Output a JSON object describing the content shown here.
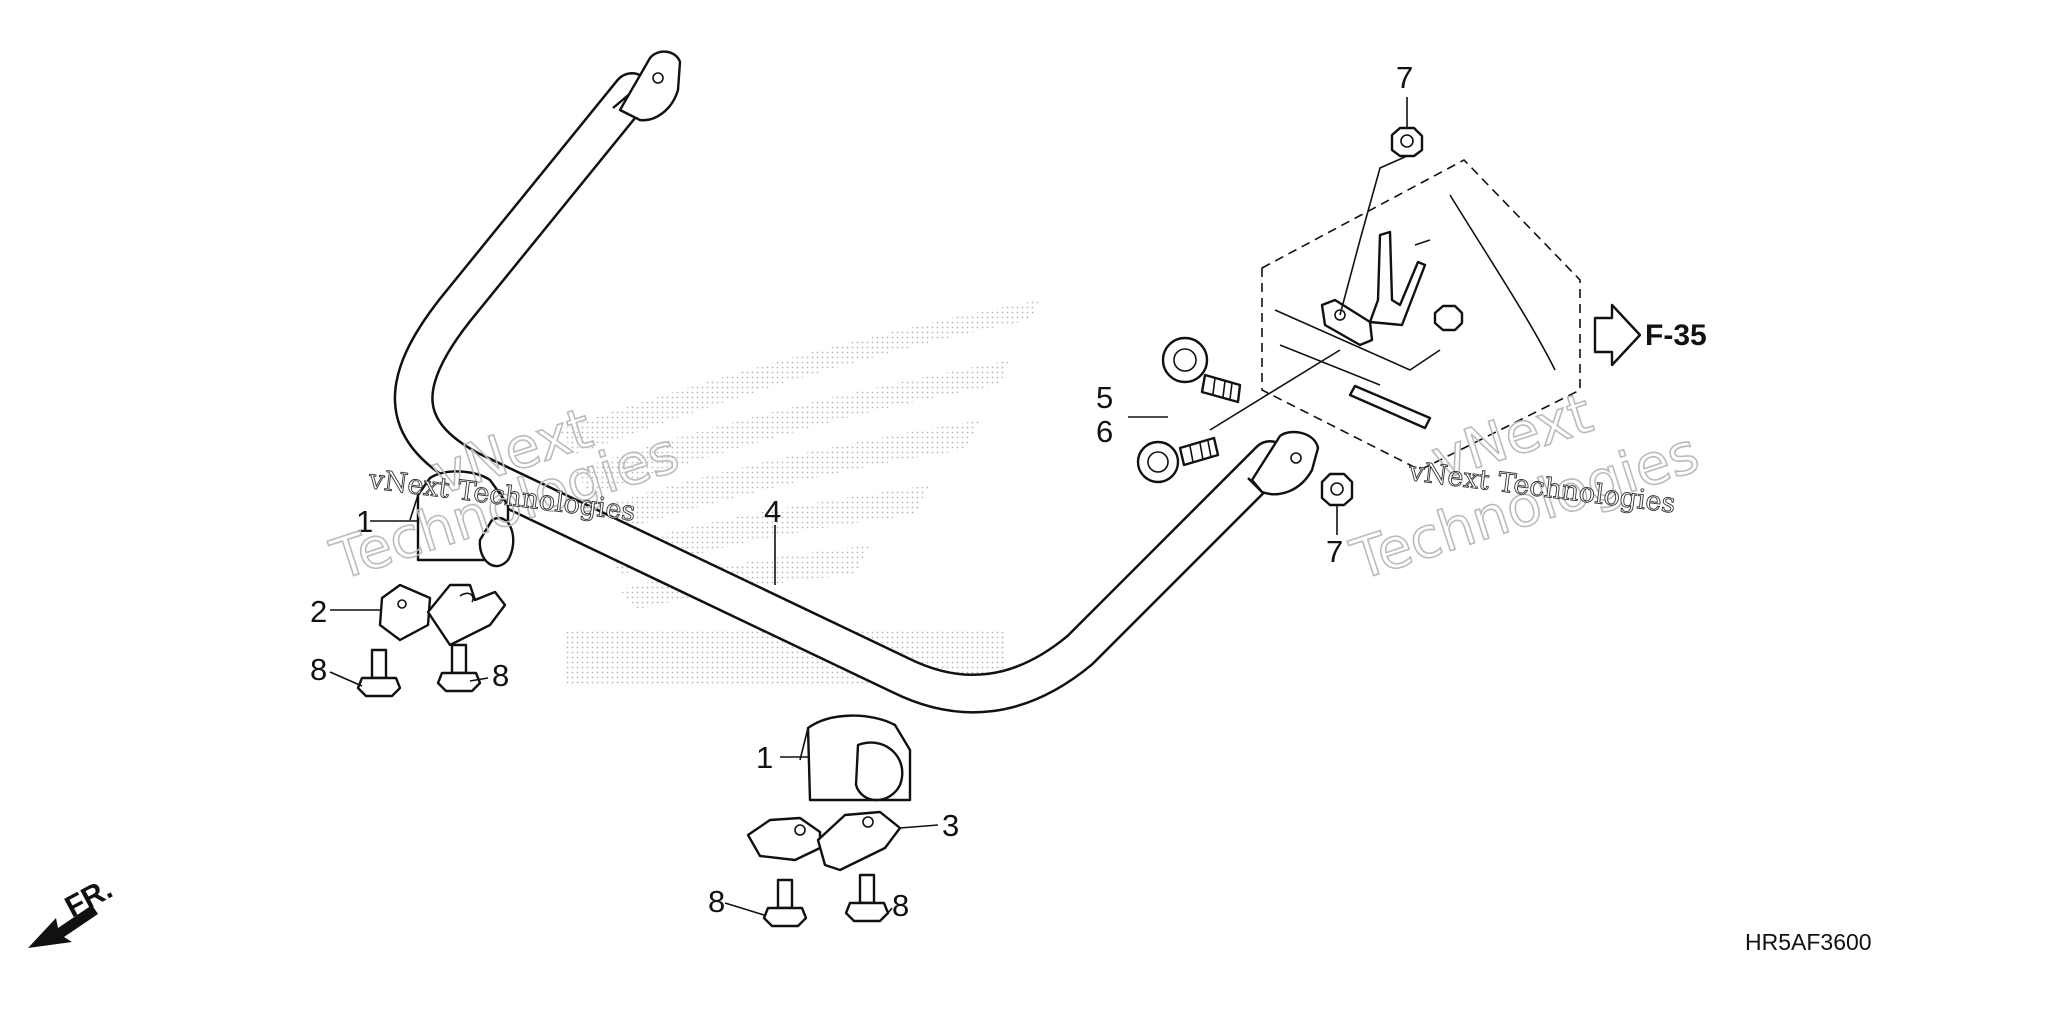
{
  "diagram_code": "HR5AF3600",
  "ref_label": "F-35",
  "direction_label": "FR.",
  "watermark": {
    "line1": "vNext Technologies",
    "line2": "vNext",
    "line3": "Technologies"
  },
  "callouts": {
    "c1_left": "1",
    "c2": "2",
    "c8_a": "8",
    "c8_b": "8",
    "c4": "4",
    "c1_bottom": "1",
    "c3": "3",
    "c8_c": "8",
    "c8_d": "8",
    "c5": "5",
    "c6": "6",
    "c7_top": "7",
    "c7_mid": "7"
  }
}
